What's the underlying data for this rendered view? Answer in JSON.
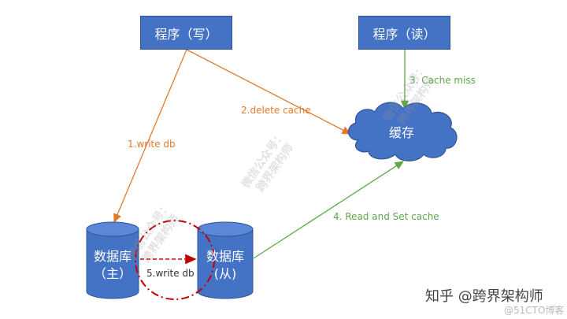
{
  "nodes": {
    "writer": "程序（写）",
    "reader": "程序（读）",
    "cache": "缓存",
    "master_line1": "数据库",
    "master_line2": "（主）",
    "slave_line1": "数据库",
    "slave_line2": "(从)"
  },
  "edges": {
    "write_db": "1.write db",
    "delete_cache": "2.delete cache",
    "cache_miss": "3. Cache miss",
    "read_set_cache": "4. Read and Set cache",
    "replicate": "5.write db"
  },
  "watermarks": {
    "line1": "微信公众号：",
    "line2": "跨界架构师"
  },
  "branding": {
    "zhihu": "知乎 @跨界架构师",
    "blog": "@51CTO博客"
  },
  "colors": {
    "box_blue": "#4472c4",
    "orange_arrow": "#e07b2e",
    "green_arrow": "#5ea84a",
    "dashed_red": "#c00000"
  }
}
